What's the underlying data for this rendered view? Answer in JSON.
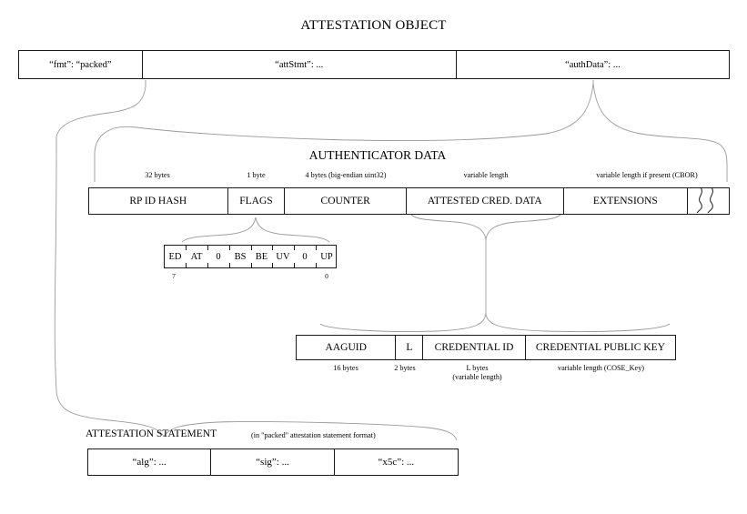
{
  "diagram": {
    "title": "ATTESTATION OBJECT",
    "accent_color": "#9a9a9a",
    "line_color": "#1a1a1a",
    "background": "#ffffff"
  },
  "attestation_object": {
    "fields": [
      {
        "label": "“fmt”: “packed”",
        "name": "fmt"
      },
      {
        "label": "“attStmt”: ...",
        "name": "attStmt"
      },
      {
        "label": "“authData”: ...",
        "name": "authData"
      }
    ]
  },
  "authenticator_data": {
    "title": "AUTHENTICATOR DATA",
    "fields": [
      {
        "label": "RP ID HASH",
        "size": "32 bytes"
      },
      {
        "label": "FLAGS",
        "size": "1 byte"
      },
      {
        "label": "COUNTER",
        "size": "4 bytes (big-endian uint32)"
      },
      {
        "label": "ATTESTED CRED. DATA",
        "size": "variable length"
      },
      {
        "label": "EXTENSIONS",
        "size": "variable length if present (CBOR)"
      }
    ],
    "truncation_symbol": "break"
  },
  "flags": {
    "bits": [
      "ED",
      "AT",
      "0",
      "BS",
      "BE",
      "UV",
      "0",
      "UP"
    ],
    "high_index": "7",
    "low_index": "0"
  },
  "attested_credential_data": {
    "fields": [
      {
        "label": "AAGUID",
        "size": "16 bytes"
      },
      {
        "label": "L",
        "size": "2 bytes"
      },
      {
        "label": "CREDENTIAL ID",
        "size": "L bytes\n(variable length)"
      },
      {
        "label": "CREDENTIAL PUBLIC KEY",
        "size": "variable length (COSE_Key)"
      }
    ]
  },
  "attestation_statement": {
    "title": "ATTESTATION STATEMENT",
    "subtitle": "(in \"packed\" attestation statement format)",
    "fields": [
      {
        "label": "“alg”: ..."
      },
      {
        "label": "“sig”: ..."
      },
      {
        "label": "“x5c”: ..."
      }
    ]
  }
}
